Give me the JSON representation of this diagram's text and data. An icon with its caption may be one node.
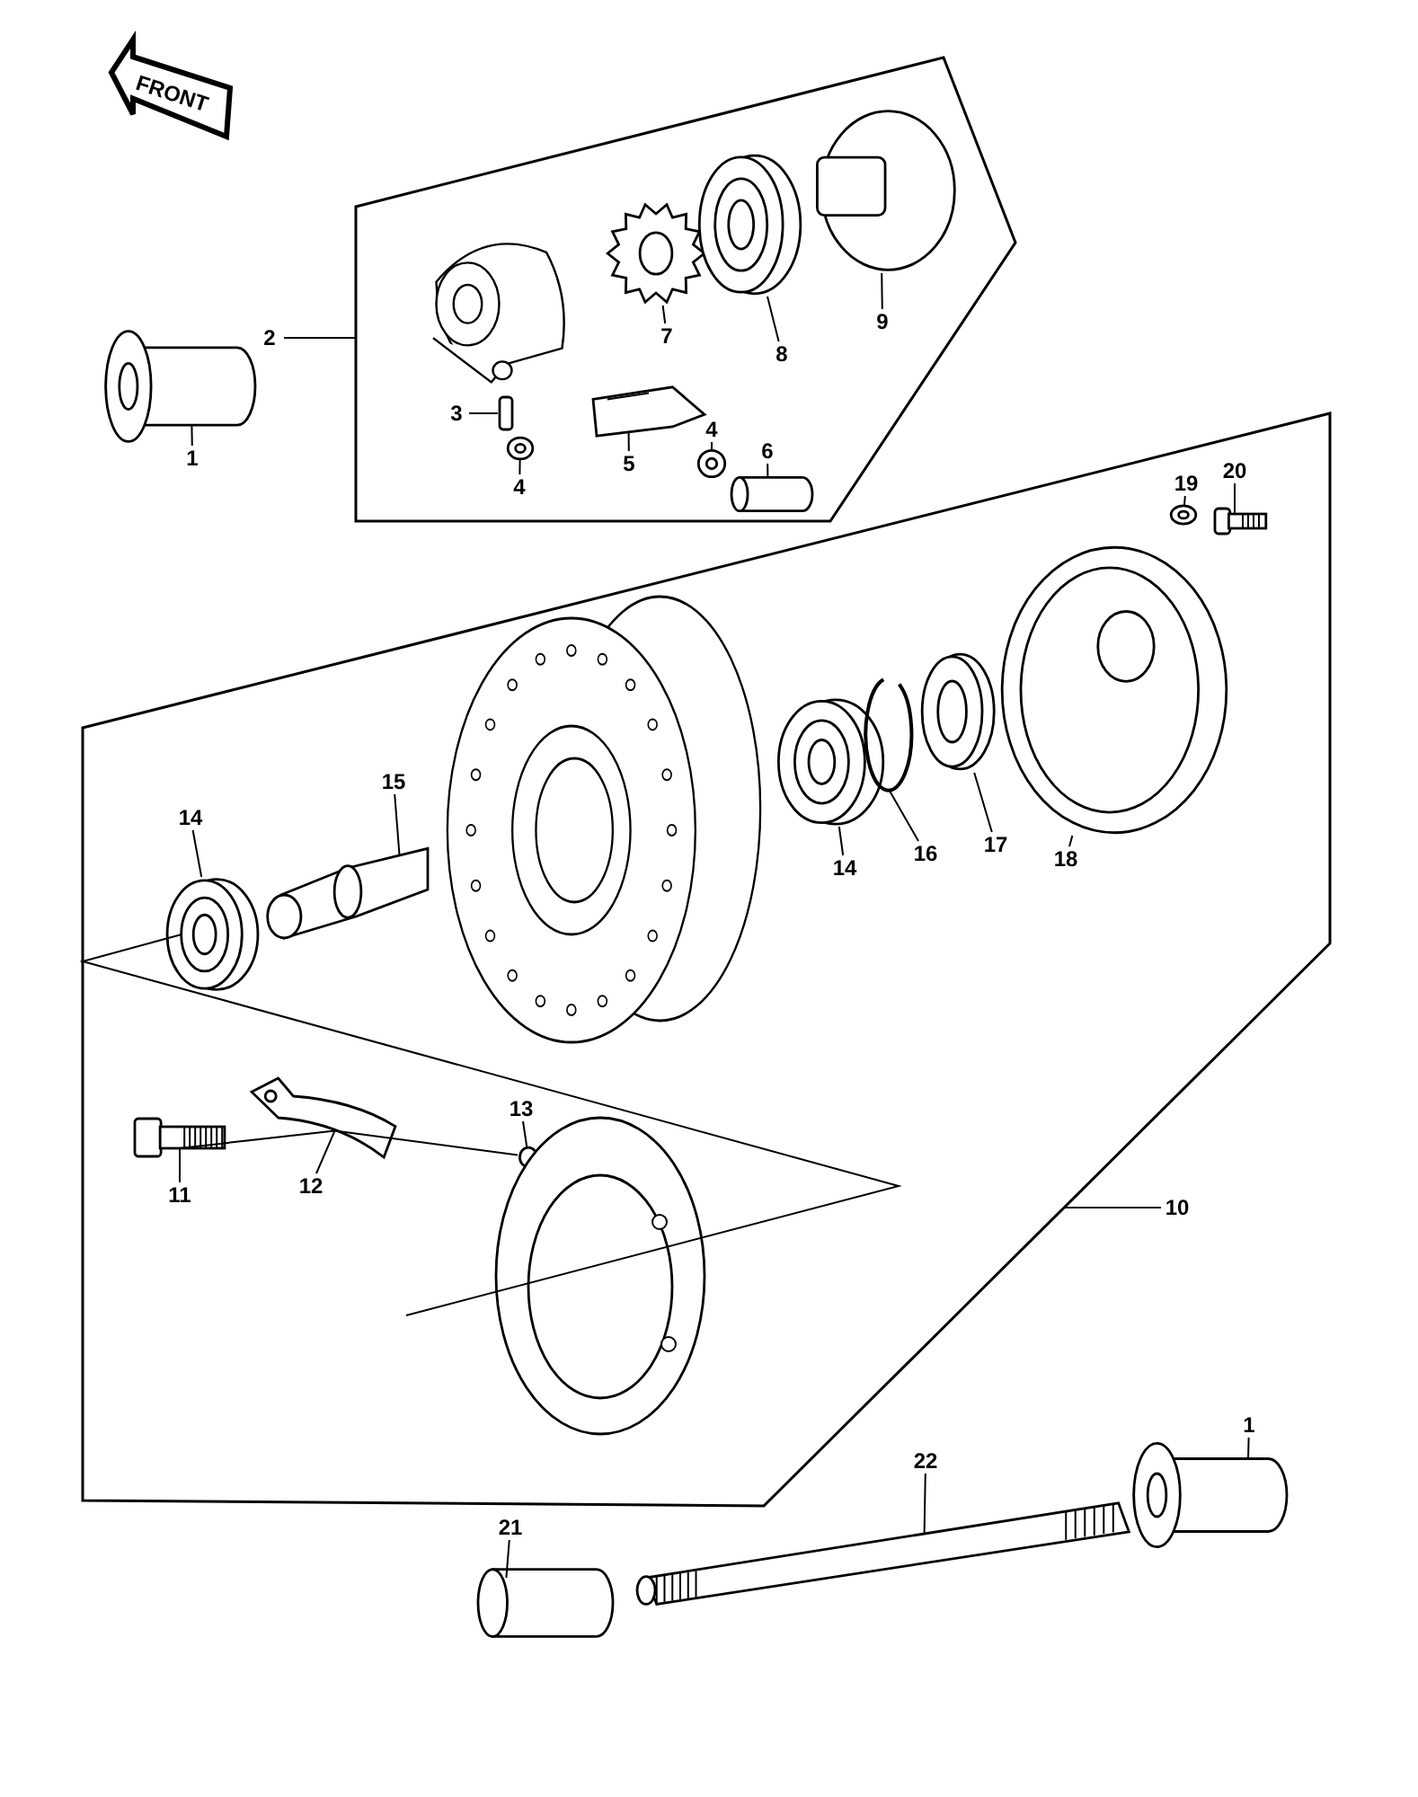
{
  "diagram": {
    "nodes": [
      {
        "text": [
          "FRONT"
        ]
      },
      {
        "text": [],
        "shape": "picture"
      },
      {
        "text": [
          "1"
        ]
      },
      {
        "text": [
          "2"
        ]
      },
      {
        "text": [],
        "shape": "box"
      },
      {
        "text": [
          "7"
        ],
        "in": 4
      },
      {
        "text": [],
        "shape": "picture",
        "in": 4
      },
      {
        "text": [
          "8"
        ],
        "in": 4
      },
      {
        "text": [],
        "shape": "picture",
        "in": 4
      },
      {
        "text": [
          "9"
        ],
        "in": 4
      },
      {
        "text": [],
        "shape": "picture",
        "in": 4
      },
      {
        "text": [
          "3"
        ],
        "in": 4
      },
      {
        "text": [],
        "shape": "bar",
        "in": 4
      },
      {
        "text": [
          "4"
        ],
        "in": 4
      },
      {
        "text": [],
        "shape": "picture",
        "in": 4
      },
      {
        "text": [
          "5"
        ],
        "in": 4
      },
      {
        "text": [],
        "shape": "picture",
        "in": 4
      },
      {
        "text": [
          "4"
        ],
        "in": 4
      },
      {
        "text": [],
        "shape": "picture",
        "in": 4
      },
      {
        "text": [
          "6"
        ],
        "in": 4
      },
      {
        "text": [],
        "shape": "cylinder",
        "in": 4
      },
      {
        "text": [],
        "shape": "box"
      },
      {
        "text": [
          "19"
        ],
        "in": 21
      },
      {
        "text": [],
        "shape": "picture",
        "in": 21
      },
      {
        "text": [
          "20"
        ],
        "in": 21
      },
      {
        "text": [],
        "shape": "picture",
        "in": 21
      },
      {
        "text": [
          "15"
        ],
        "in": 21
      },
      {
        "text": [],
        "shape": "picture",
        "in": 21
      },
      {
        "text": [
          "14"
        ],
        "in": 21
      },
      {
        "text": [],
        "shape": "picture",
        "in": 21
      },
      {
        "text": [
          "14"
        ],
        "in": 21
      },
      {
        "text": [],
        "shape": "picture",
        "in": 21
      },
      {
        "text": [
          "16"
        ],
        "in": 21
      },
      {
        "text": [],
        "shape": "picture",
        "in": 21
      },
      {
        "text": [
          "17"
        ],
        "in": 21
      },
      {
        "text": [],
        "shape": "picture",
        "in": 21
      },
      {
        "text": [
          "18"
        ],
        "in": 21
      },
      {
        "text": [],
        "shape": "picture",
        "in": 21
      },
      {
        "text": [
          "13"
        ],
        "in": 21
      },
      {
        "text": [],
        "shape": "circle",
        "in": 21
      },
      {
        "text": [
          "11"
        ],
        "in": 21
      },
      {
        "text": [],
        "shape": "picture",
        "in": 21
      },
      {
        "text": [
          "12"
        ],
        "in": 21
      },
      {
        "text": [],
        "shape": "picture",
        "in": 21
      },
      {
        "text": [
          "10"
        ]
      },
      {
        "text": [
          "22"
        ]
      },
      {
        "text": [],
        "shape": "picture"
      },
      {
        "text": [
          "1"
        ]
      },
      {
        "text": [],
        "shape": "picture"
      },
      {
        "text": [
          "21"
        ]
      },
      {
        "text": [],
        "shape": "cylinder"
      }
    ],
    "edges": [
      {
        "from": 2,
        "to": 1,
        "arrow": "none"
      },
      {
        "from": 3,
        "to": 4,
        "arrow": "none"
      },
      {
        "from": 5,
        "to": 6,
        "arrow": "none"
      },
      {
        "from": 7,
        "to": 8,
        "arrow": "none"
      },
      {
        "from": 9,
        "to": 10,
        "arrow": "none"
      },
      {
        "from": 11,
        "to": 12,
        "arrow": "none"
      },
      {
        "from": 13,
        "to": 14,
        "arrow": "none"
      },
      {
        "from": 15,
        "to": 16,
        "arrow": "none"
      },
      {
        "from": 17,
        "to": 18,
        "arrow": "none"
      },
      {
        "from": 19,
        "to": 20,
        "arrow": "none"
      },
      {
        "from": 22,
        "to": 23,
        "arrow": "none"
      },
      {
        "from": 24,
        "to": 25,
        "arrow": "none"
      },
      {
        "from": 26,
        "to": 27,
        "arrow": "none"
      },
      {
        "from": 28,
        "to": 29,
        "arrow": "none"
      },
      {
        "from": 30,
        "to": 31,
        "arrow": "none"
      },
      {
        "from": 32,
        "to": 33,
        "arrow": "none"
      },
      {
        "from": 34,
        "to": 35,
        "arrow": "none"
      },
      {
        "from": 36,
        "to": 37,
        "arrow": "none"
      },
      {
        "from": 38,
        "to": 39,
        "arrow": "none"
      },
      {
        "from": 40,
        "to": 41,
        "arrow": "none"
      },
      {
        "from": 42,
        "to": 43,
        "arrow": "none"
      },
      {
        "from": 44,
        "to": 21,
        "arrow": "none"
      },
      {
        "from": 45,
        "to": 46,
        "arrow": "none"
      },
      {
        "from": 47,
        "to": 48,
        "arrow": "none"
      },
      {
        "from": 49,
        "to": 50,
        "arrow": "none"
      },
      {
        "from": 41,
        "to": 43,
        "arrow": "none"
      },
      {
        "from": 43,
        "to": 39,
        "arrow": "none"
      }
    ]
  }
}
